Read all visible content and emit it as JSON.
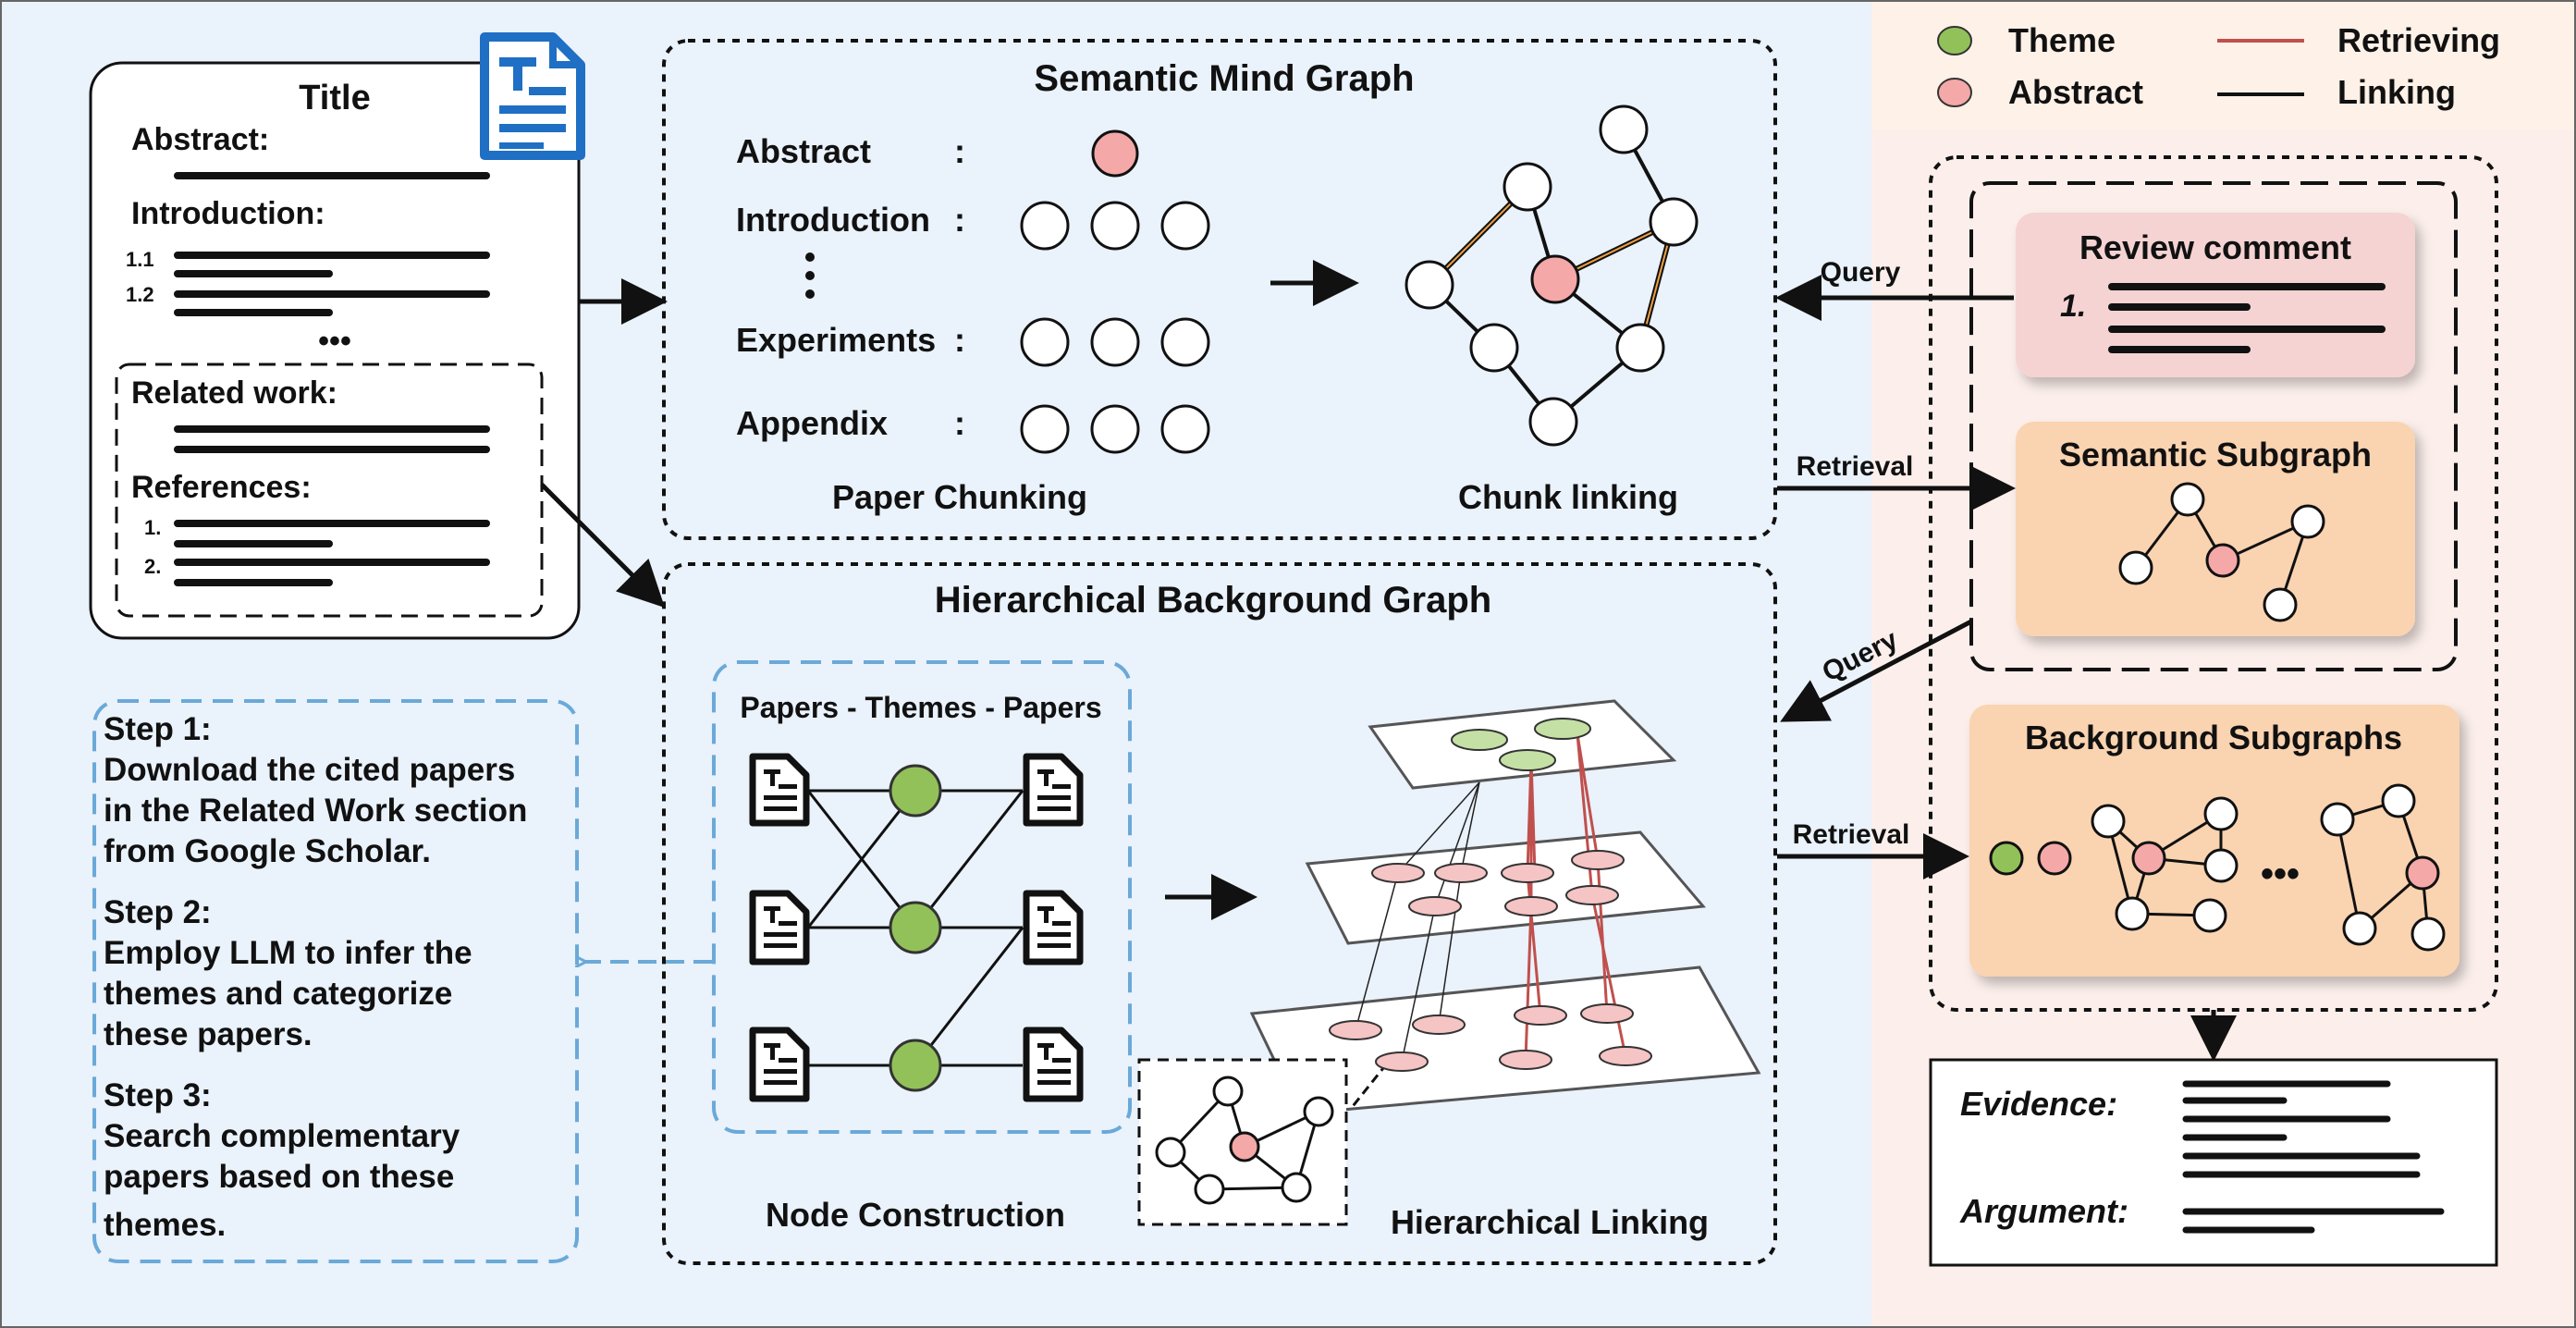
{
  "legend": {
    "theme": "Theme",
    "abstract": "Abstract",
    "retrieving": "Retrieving",
    "linking": "Linking"
  },
  "paper_doc": {
    "title": "Title",
    "abstract": "Abstract:",
    "introduction": "Introduction:",
    "sub_1": "1.1",
    "sub_2": "1.2",
    "ellipsis": "•••",
    "related_work": "Related work:",
    "references": "References:",
    "ref_1": "1.",
    "ref_2": "2."
  },
  "steps": [
    {
      "label": "Step 1:",
      "lines": [
        "Download the cited papers",
        "in the Related Work section",
        "from Google Scholar."
      ]
    },
    {
      "label": "Step 2:",
      "lines": [
        "Employ LLM to infer the",
        "themes and categorize",
        "these papers."
      ]
    },
    {
      "label": "Step 3:",
      "lines": [
        "Search complementary",
        "papers based on these",
        "themes."
      ]
    }
  ],
  "semantic_mind_graph": {
    "title": "Semantic Mind Graph",
    "rows": [
      {
        "label": "Abstract",
        "colon": ":"
      },
      {
        "label": "Introduction",
        "colon": ":"
      },
      {
        "label": "Experiments",
        "colon": ":"
      },
      {
        "label": "Appendix",
        "colon": ":"
      }
    ],
    "paper_chunking": "Paper Chunking",
    "chunk_linking": "Chunk linking"
  },
  "hierarchical_background_graph": {
    "title": "Hierarchical Background Graph",
    "inner_title": "Papers - Themes - Papers",
    "node_construction": "Node Construction",
    "hierarchical_linking": "Hierarchical Linking"
  },
  "arrows": {
    "query_1": "Query",
    "retrieval_1": "Retrieval",
    "query_2": "Query",
    "retrieval_2": "Retrieval"
  },
  "right_panel": {
    "review_comment": "Review comment",
    "review_num": "1.",
    "semantic_subgraph": "Semantic Subgraph",
    "background_subgraphs": "Background Subgraphs",
    "bg_dots": "•••"
  },
  "output": {
    "evidence": "Evidence:",
    "argument": "Argument:"
  },
  "colors": {
    "left_bg": "#eaf2fb",
    "right_bg": "#fcefeb",
    "theme_green": "#92c15a",
    "abstract_pink": "#f4a8a8",
    "review_box": "#f5d3d3",
    "subgraph_box": "#fad3b0",
    "retrieving_line": "#c0504d",
    "doc_icon_blue": "#1f6fc4",
    "dashed_blue": "#6aa9d8"
  }
}
